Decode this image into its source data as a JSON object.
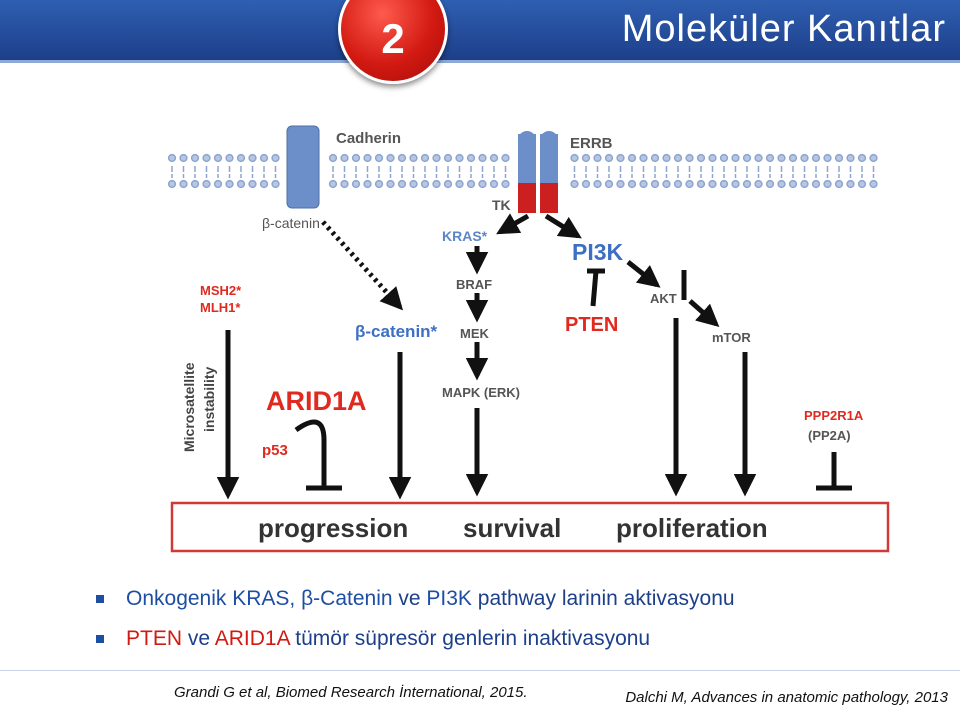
{
  "slide": {
    "number": "2",
    "title": "Moleküler Kanıtlar"
  },
  "diagram": {
    "cadherin": "Cadherin",
    "b_catenin_membrane": "β-catenin",
    "errb": "ERRB",
    "tk": "TK",
    "kras": "KRAS*",
    "pi3k": "PI3K",
    "braf": "BRAF",
    "mek": "MEK",
    "mapk": "MAPK (ERK)",
    "akt": "AKT",
    "mtor": "mTOR",
    "pten": "PTEN",
    "b_catenin_star": "β-catenin*",
    "msh2": "MSH2*",
    "mlh1": "MLH1*",
    "microsatellite": "Microsatellite",
    "instability": "instability",
    "arid1a": "ARID1A",
    "p53": "p53",
    "ppp2r1a": "PPP2R1A",
    "pp2a": "(PP2A)",
    "progression": "progression",
    "survival": "survival",
    "proliferation": "proliferation"
  },
  "bullets": [
    {
      "p1": "Onkogenik KRAS, β-Catenin",
      "p2": " ve ",
      "p3": "PI3K",
      "p4": " pathway larinin aktivasyonu"
    },
    {
      "p1": "PTEN",
      "p2": " ve ",
      "p3": "ARID1A",
      "p4": " tümör süpresör genlerin inaktivasyonu"
    }
  ],
  "references": {
    "left": "Grandi G et al, Biomed Research İnternational, 2015.",
    "right": "Dalchi M, Advances in anatomic pathology, 2013"
  },
  "colors": {
    "header": "#1d3f8a",
    "accent_red": "#d21a12",
    "membrane_blue": "#6d8fc9"
  }
}
